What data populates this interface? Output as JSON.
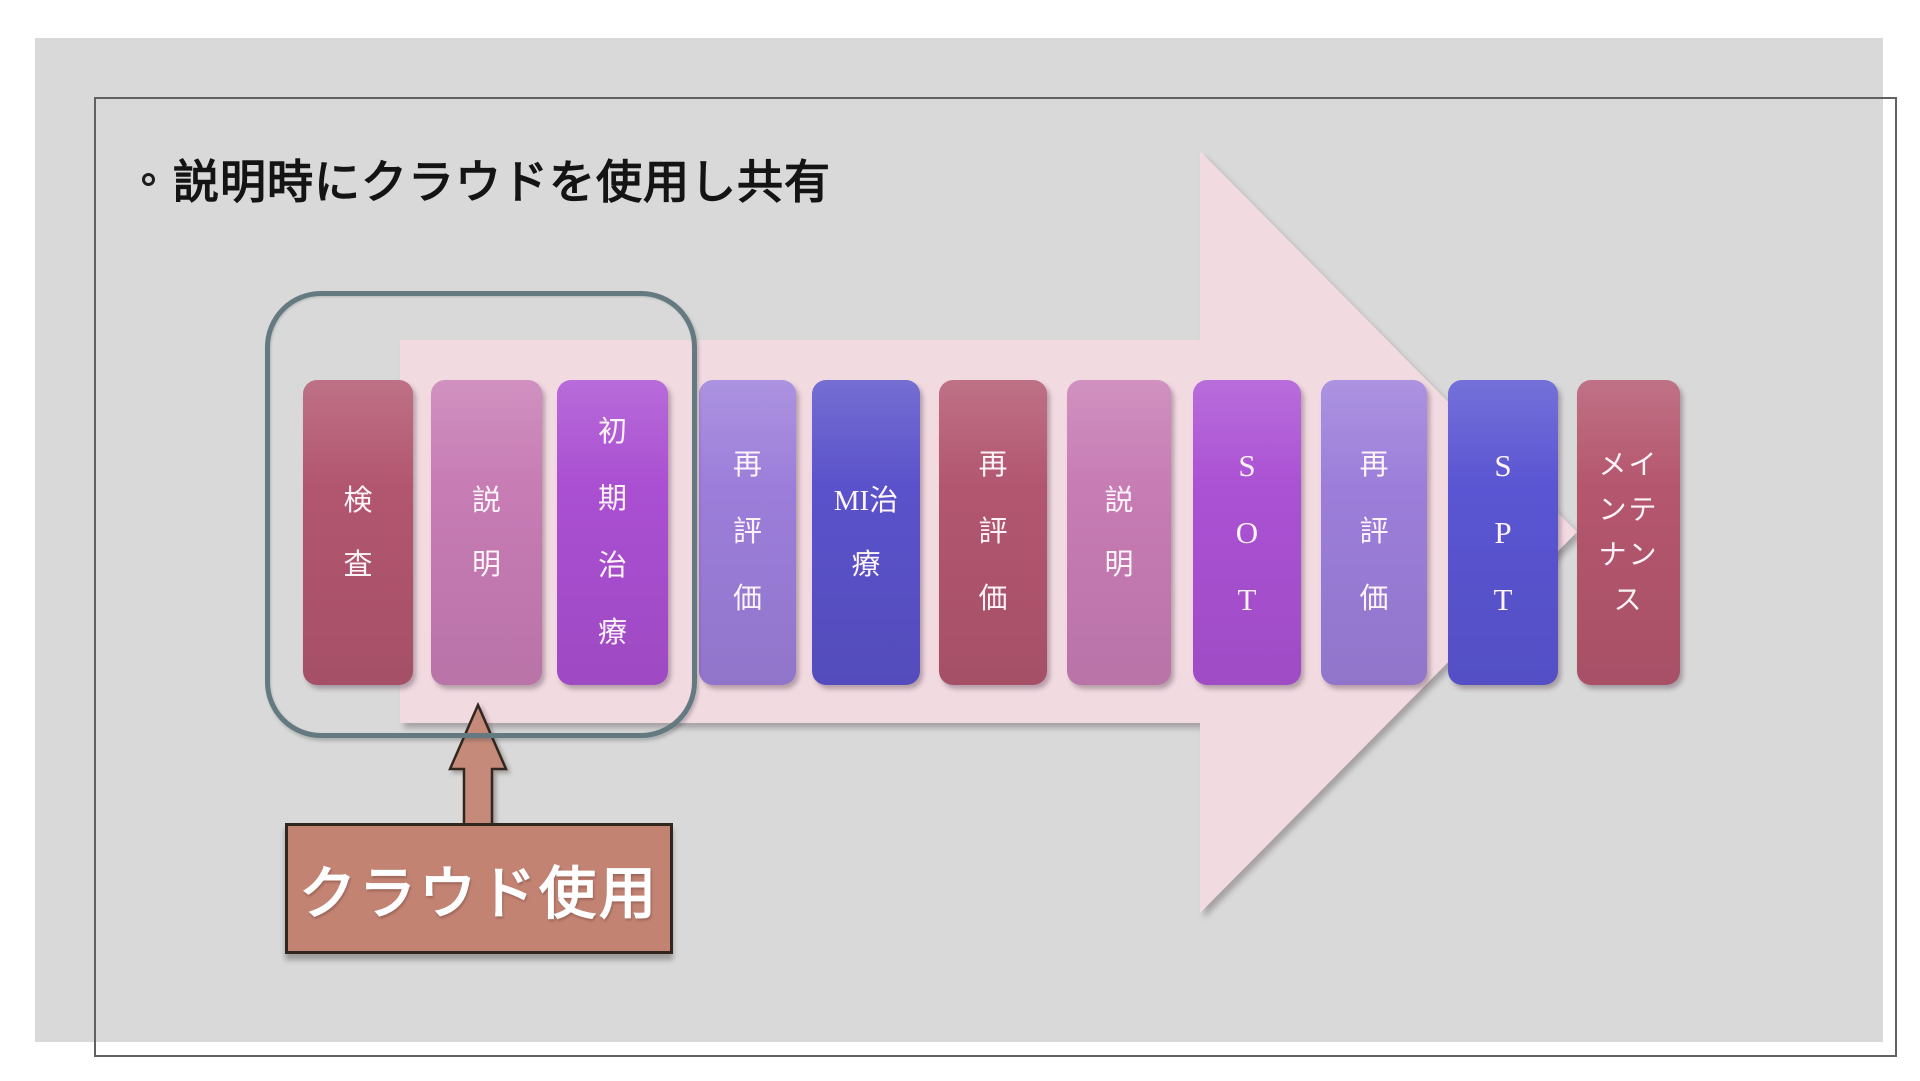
{
  "slide": {
    "background_color": "#d9d9d9",
    "frame_border_color": "#616161"
  },
  "title": {
    "bullet": "◦",
    "text": "説明時にクラウドを使用し共有"
  },
  "flow_arrow": {
    "color": "#f2dae1"
  },
  "steps": [
    {
      "label": "検査",
      "lines": [
        "検",
        "査"
      ],
      "color": "#b2566f"
    },
    {
      "label": "説明",
      "lines": [
        "説",
        "明"
      ],
      "color": "#c77cb4"
    },
    {
      "label": "初期治療",
      "lines": [
        "初",
        "期",
        "治",
        "療"
      ],
      "color": "#aa4fd2"
    },
    {
      "label": "再評価",
      "lines": [
        "再",
        "評",
        "価"
      ],
      "color": "#9c7eda"
    },
    {
      "label": "MI治療",
      "lines": [
        "MI治",
        "療"
      ],
      "color": "#5a52ca"
    },
    {
      "label": "再評価",
      "lines": [
        "再",
        "評",
        "価"
      ],
      "color": "#b2566f"
    },
    {
      "label": "説明",
      "lines": [
        "説",
        "明"
      ],
      "color": "#c77cb4"
    },
    {
      "label": "SOT",
      "lines": [
        "S",
        "O",
        "T"
      ],
      "color": "#ab51d4"
    },
    {
      "label": "再評価",
      "lines": [
        "再",
        "評",
        "価"
      ],
      "color": "#9c7eda"
    },
    {
      "label": "SPT",
      "lines": [
        "S",
        "P",
        "T"
      ],
      "color": "#5a55d2"
    },
    {
      "label": "メインテナンス",
      "lines": [
        "メイ",
        "ンテ",
        "ナン",
        "ス"
      ],
      "color": "#b4566e"
    }
  ],
  "highlight_outline": {
    "color": "#647a80"
  },
  "callout": {
    "label": "クラウド使用",
    "fill_color": "#c28373",
    "border_color": "#32271f",
    "arrow_fill_color": "#c58a79"
  }
}
